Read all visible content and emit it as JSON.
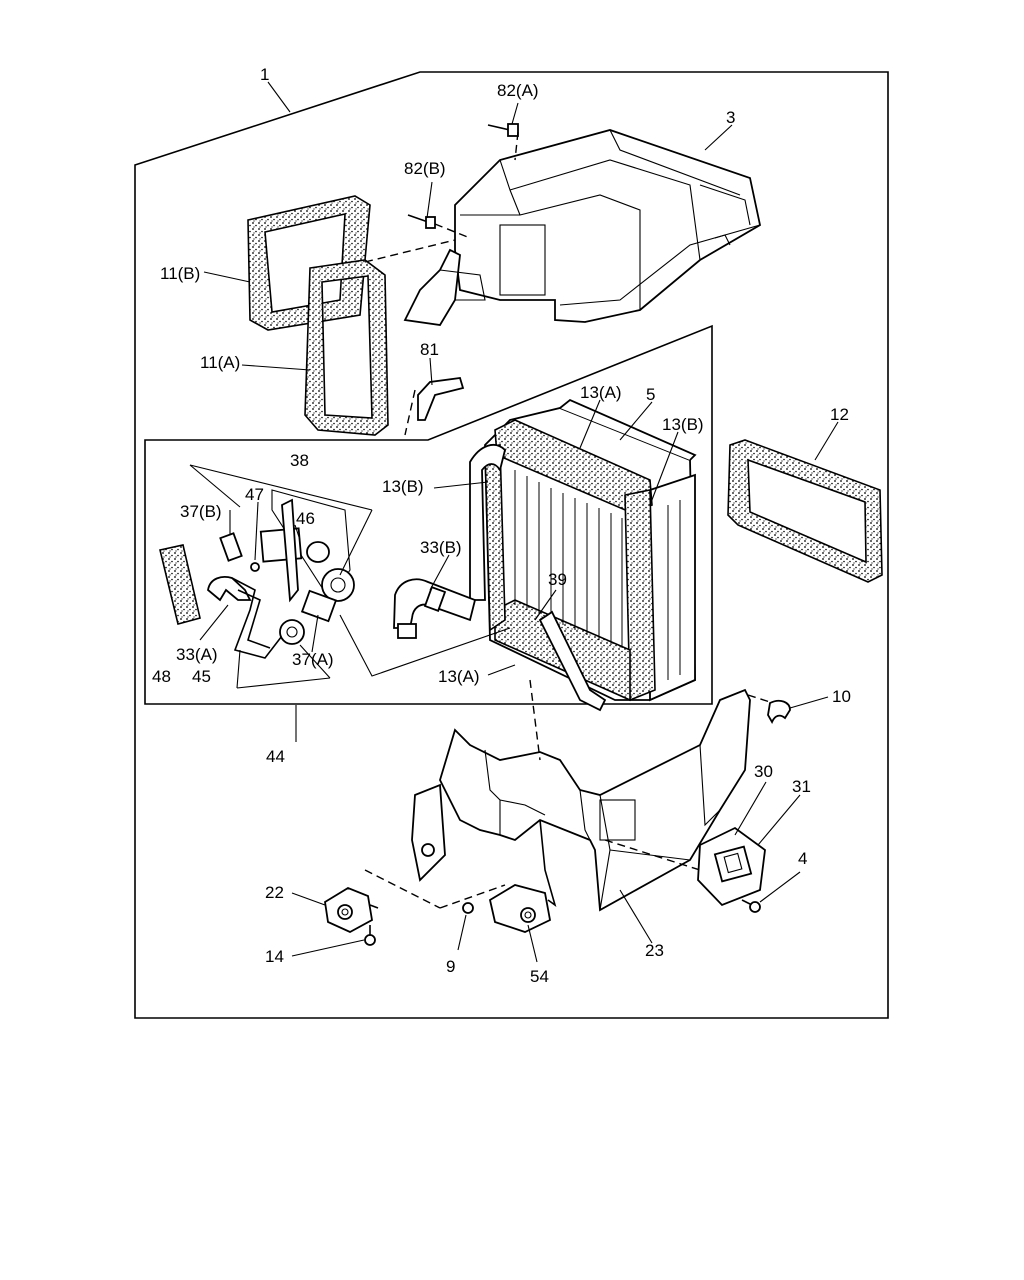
{
  "callouts": {
    "c1": "1",
    "c3": "3",
    "c82a": "82(A)",
    "c82b": "82(B)",
    "c11b": "11(B)",
    "c11a": "11(A)",
    "c81": "81",
    "c13a_top": "13(A)",
    "c5": "5",
    "c13b_right": "13(B)",
    "c12": "12",
    "c38": "38",
    "c13b_left": "13(B)",
    "c37b": "37(B)",
    "c47": "47",
    "c46": "46",
    "c33b": "33(B)",
    "c39": "39",
    "c33a": "33(A)",
    "c37a": "37(A)",
    "c48": "48",
    "c45": "45",
    "c13a_bottom": "13(A)",
    "c10": "10",
    "c44": "44",
    "c30": "30",
    "c31": "31",
    "c4": "4",
    "c22": "22",
    "c14": "14",
    "c9": "9",
    "c54": "54",
    "c23": "23"
  }
}
